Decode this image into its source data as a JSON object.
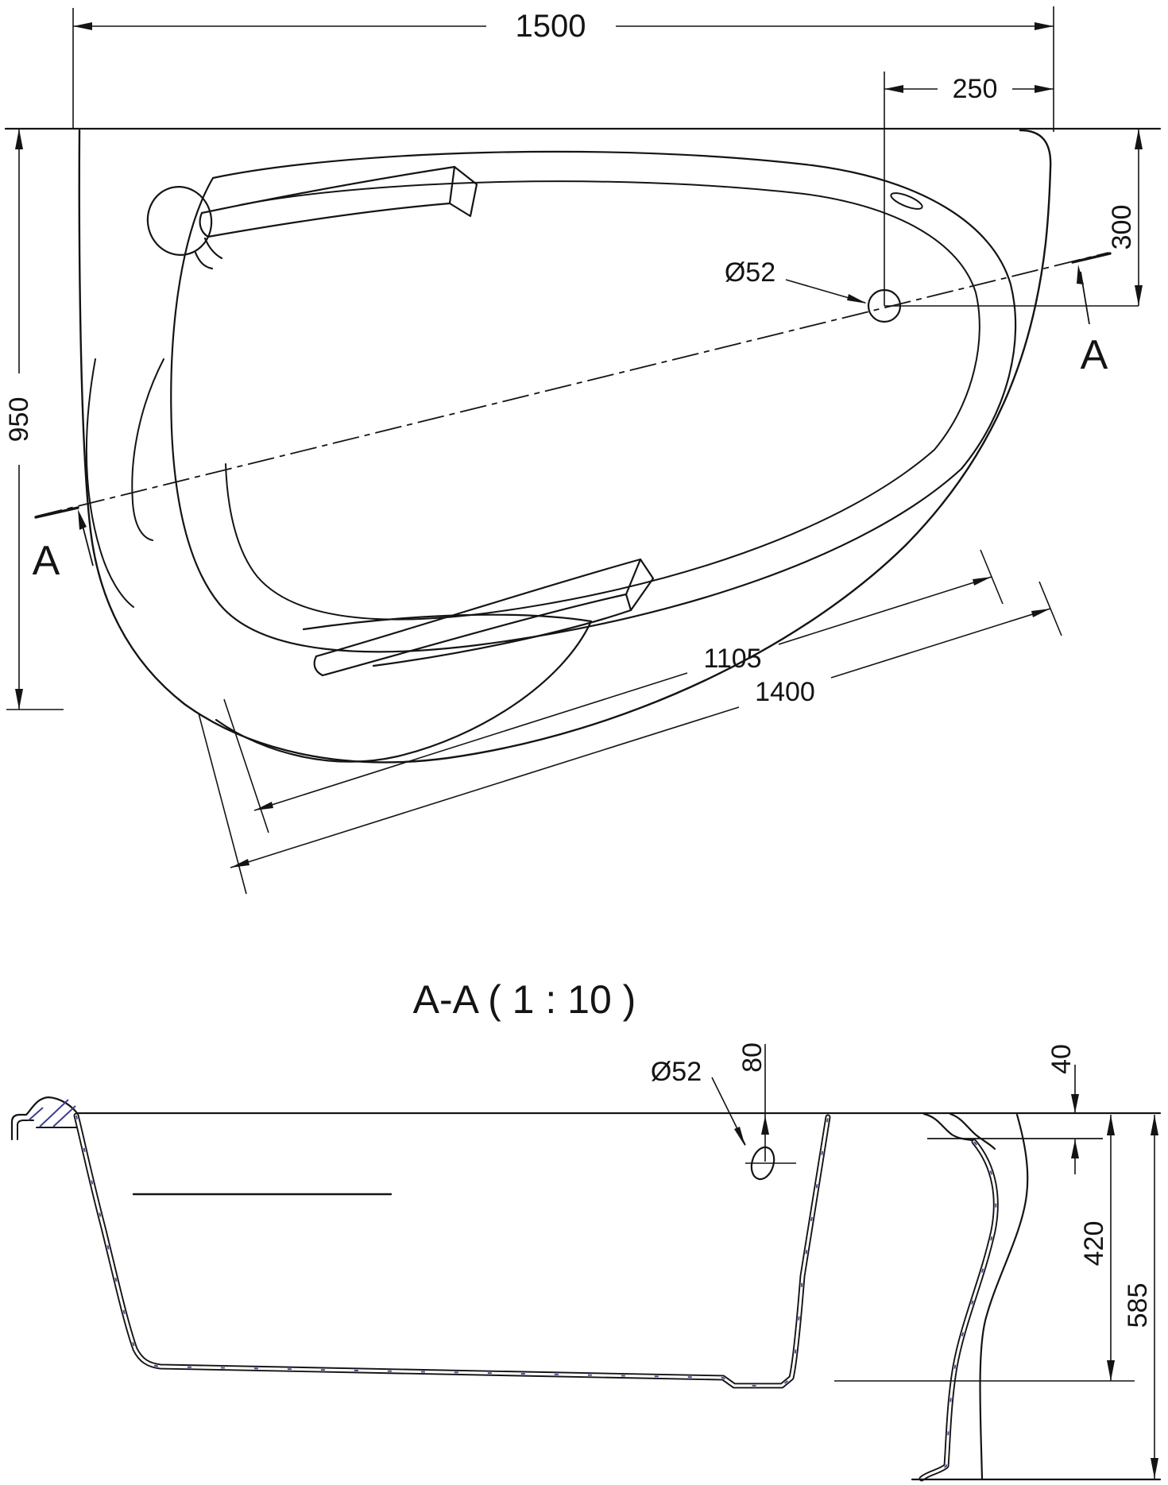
{
  "page": {
    "background": "#ffffff",
    "line_color": "#141414",
    "hatch_color": "#3c3f8f",
    "content": "bathtub technical drawing, plan view and cross section"
  },
  "top_view": {
    "dim_length_overall": "1500",
    "dim_drain_offset_x": "250",
    "dim_width_overall": "950",
    "dim_drain_offset_y": "300",
    "dim_seat_length": "1105",
    "dim_front_edge_length": "1400",
    "label_drain_diameter": "Ø52",
    "section_letter_left": "A",
    "section_letter_right": "A"
  },
  "section_view": {
    "title": "A-A  ( 1 : 10 )",
    "label_drain_diameter": "Ø52",
    "dim_overflow_depth": "80",
    "dim_rim_step": "40",
    "dim_inner_depth": "420",
    "dim_total_height": "585"
  }
}
